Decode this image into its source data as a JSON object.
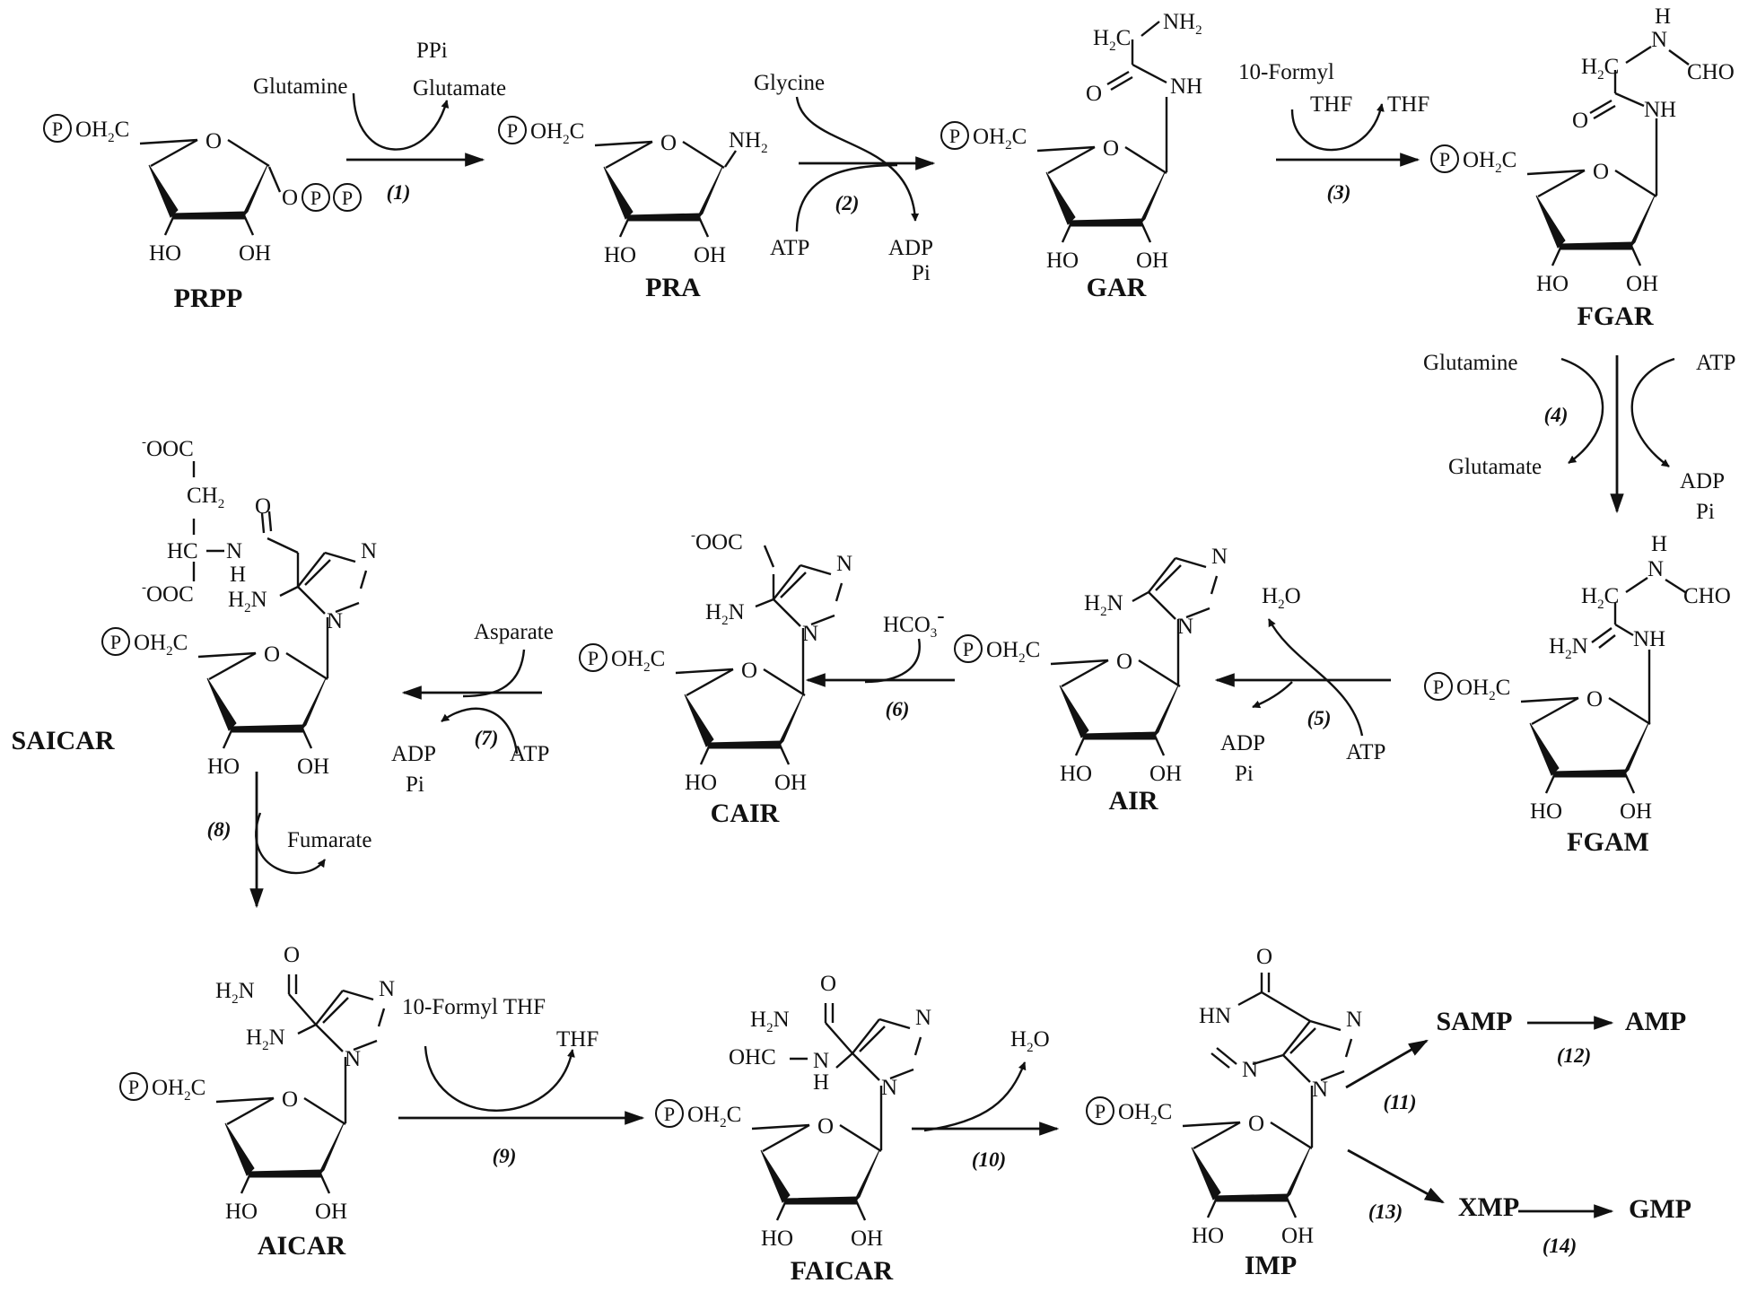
{
  "compounds": {
    "prpp": "PRPP",
    "pra": "PRA",
    "gar": "GAR",
    "fgar": "FGAR",
    "fgam": "FGAM",
    "air": "AIR",
    "cair": "CAIR",
    "saicar": "SAICAR",
    "aicar": "AICAR",
    "faicar": "FAICAR",
    "imp": "IMP",
    "samp": "SAMP",
    "amp": "AMP",
    "xmp": "XMP",
    "gmp": "GMP"
  },
  "steps": [
    "(1)",
    "(2)",
    "(3)",
    "(4)",
    "(5)",
    "(6)",
    "(7)",
    "(8)",
    "(9)",
    "(10)",
    "(11)",
    "(12)",
    "(13)",
    "(14)"
  ],
  "cofactors": {
    "s1_in": "Glutamine",
    "s1_out1": "PPi",
    "s1_out2": "Glutamate",
    "s2_in1": "Glycine",
    "s2_in2": "ATP",
    "s2_out1": "ADP",
    "s2_out2": "Pi",
    "s3_in1": "10-Formyl",
    "s3_in2": "THF",
    "s3_out": "THF",
    "s4_in1": "Glutamine",
    "s4_in2": "ATP",
    "s4_out1": "Glutamate",
    "s4_out2": "ADP",
    "s4_out3": "Pi",
    "s5_out": "H",
    "s5_out_tail": "O",
    "s5_in": "ATP",
    "s5_out2": "ADP",
    "s5_out3": "Pi",
    "s6_in": "HCO",
    "s7_in1": "Asparate",
    "s7_in2": "ATP",
    "s7_out1": "ADP",
    "s7_out2": "Pi",
    "s8_out": "Fumarate",
    "s9_in": "10-Formyl THF",
    "s9_out": "THF",
    "s10_out": "H",
    "s10_out_tail": "O"
  },
  "structure": {
    "phosphate": "P",
    "och2c_pre": "OH",
    "och2c_post": "C",
    "two": "2",
    "three": "3",
    "minus": "-",
    "ho": "HO",
    "oh": "OH",
    "o": "O",
    "nh2": "NH",
    "nh": "NH",
    "n": "N",
    "h": "H",
    "hn": "HN",
    "h2c": "H",
    "h2c_tail": "C",
    "h2n": "H",
    "h2n_tail": "N",
    "cho": "CHO",
    "ohc": "OHC",
    "ooc": "OOC",
    "ch2": "CH",
    "hc": "HC"
  }
}
